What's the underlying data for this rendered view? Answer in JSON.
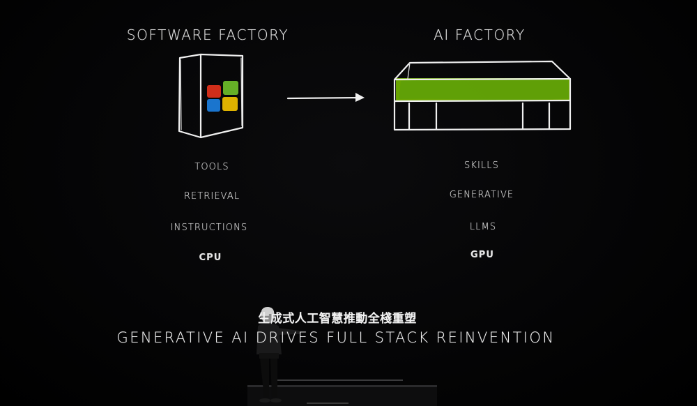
{
  "scene": {
    "left": {
      "heading": "SOFTWARE FACTORY",
      "items": [
        "TOOLS",
        "RETRIEVAL",
        "INSTRUCTIONS",
        "CPU"
      ]
    },
    "right": {
      "heading": "AI FACTORY",
      "items": [
        "SKILLS",
        "GENERATIVE",
        "LLMS",
        "GPU"
      ]
    },
    "subtitle_zh": "生成式人工智慧推動全棧重塑",
    "subtitle_en": "GENERATIVE AI DRIVES FULL STACK REINVENTION"
  },
  "colors": {
    "background": "#000000",
    "chalk": "#e6e6e6",
    "ai_factory_green": "#76b900",
    "logo_red": "#e2321c",
    "logo_green": "#6fbe2a",
    "logo_blue": "#1c7fe0",
    "logo_yellow": "#f2c200"
  },
  "icons": [
    "windows-logo-icon",
    "server-box-icon",
    "arrow-right-icon"
  ]
}
